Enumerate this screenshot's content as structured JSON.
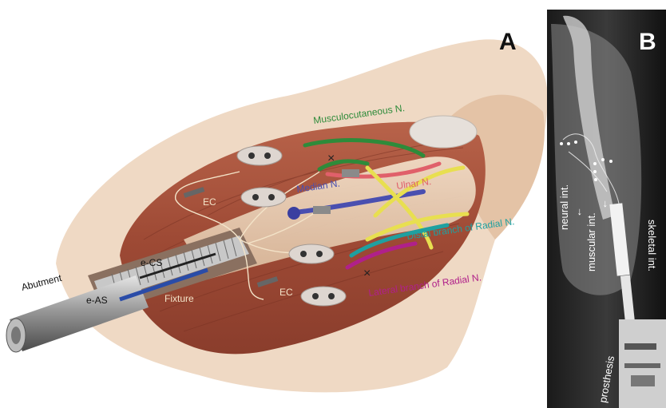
{
  "panels": {
    "a": {
      "letter": "A"
    },
    "b": {
      "letter": "B"
    }
  },
  "labels": {
    "musculocutaneous": "Musculocutaneous N.",
    "median": "Median N.",
    "ulnar": "Ulnar N.",
    "distal_radial": "Distal branch of Radial N.",
    "lateral_radial": "Lateral branch of Radial N.",
    "ec_upper": "EC",
    "ec_lower": "EC",
    "e_cs": "e-CS",
    "e_as": "e-AS",
    "abutment": "Abutment",
    "fixture": "Fixture",
    "neural_int": "neural int.",
    "muscular_int": "muscular int.",
    "skeletal_int": "skeletal int.",
    "prosthesis": "prosthesis"
  },
  "colors": {
    "musculocutaneous": "#2e8b3a",
    "median": "#4a4fb0",
    "ulnar": "#e0606a",
    "distal_radial": "#1fa0a0",
    "lateral_radial": "#b0208a",
    "muscle": "#a8543e",
    "skin": "#e9c9ae"
  }
}
